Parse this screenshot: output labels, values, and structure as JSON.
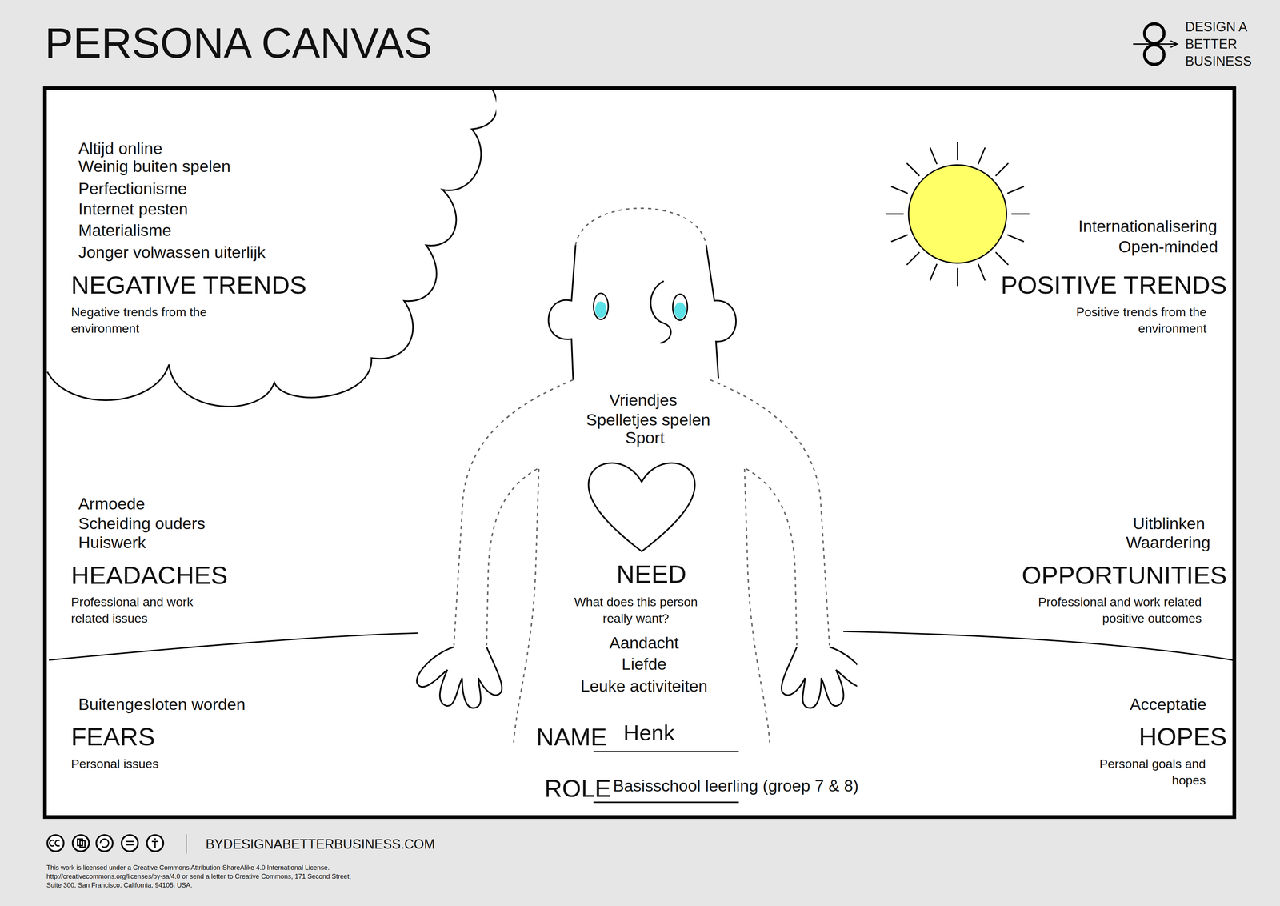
{
  "diagram": {
    "title": "PERSONA CANVAS",
    "nodes": [
      {
        "text": [
          "Altijd online",
          "Weinig buiten spelen",
          "Perfectionisme",
          "Internet pesten",
          "Materialisme",
          "Jonger volwassen uiterlijk",
          "NEGATIVE TRENDS",
          "Negative trends from the environment"
        ]
      },
      {
        "text": [
          "Vriendjes",
          "Spelletjes spelen",
          "Sport",
          "NEED",
          "What does this person really want?",
          "Aandacht",
          "Liefde",
          "Leuke activiteiten"
        ]
      }
    ],
    "labels": [
      "DESIGN A BETTER BUSINESS",
      "Internationalisering",
      "Open-minded",
      "POSITIVE TRENDS",
      "Positive trends from the environment",
      "Armoede",
      "Scheiding ouders",
      "Huiswerk",
      "HEADACHES",
      "Professional and work related issues",
      "Uitblinken",
      "Waardering",
      "OPPORTUNITIES",
      "Professional and work related positive outcomes",
      "Buitengesloten worden",
      "FEARS",
      "Personal issues",
      "Acceptatie",
      "HOPES",
      "Personal goals and hopes",
      "NAME",
      "Henk",
      "ROLE",
      "Basisschool leerling (groep 7 & 8)",
      "BYDESIGNABETTERBUSINESS.COM",
      "This work is licensed under a Creative Commons Attribution-ShareAlike 4.0 International License. http://creativecommons.org/licenses/by-sa/4.0 or send a letter to Creative Commons, 171 Second Street, Suite 300, San Francisco, California, 94105, USA."
    ]
  }
}
